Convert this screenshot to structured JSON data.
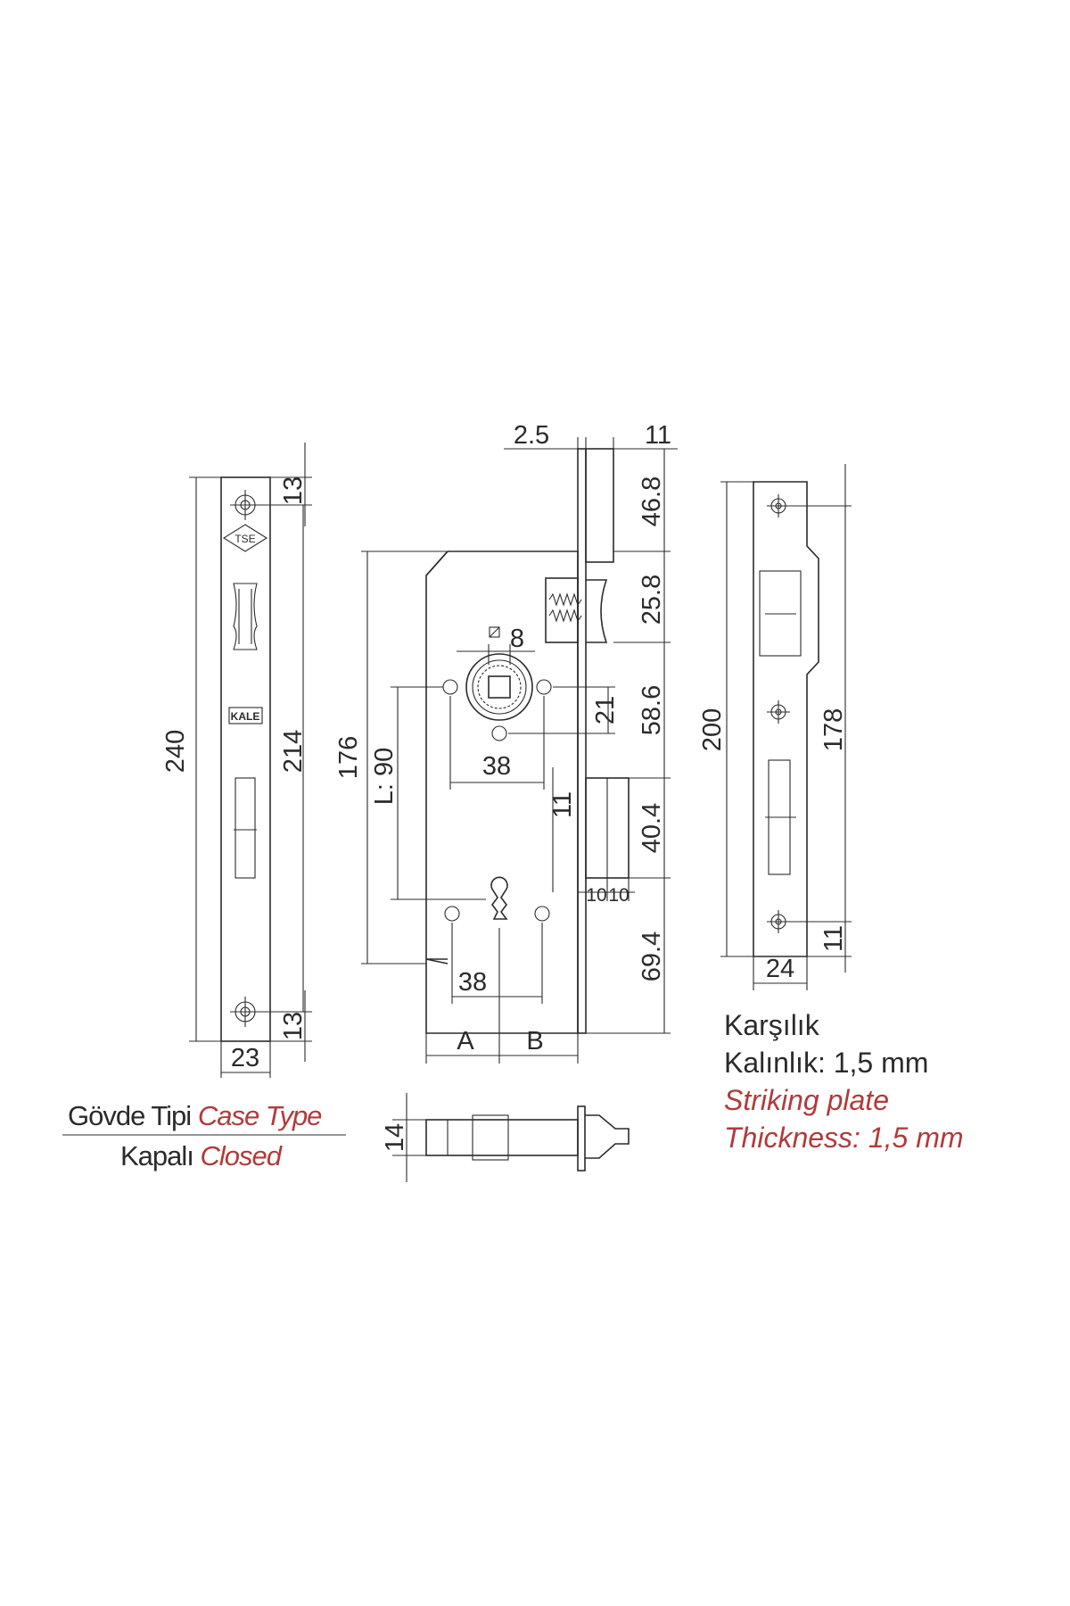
{
  "colors": {
    "line": "#2b2b2b",
    "accent": "#b13a3a"
  },
  "faceplate": {
    "logo_top": "TSE",
    "logo_mid": "KALE",
    "dims": {
      "top_hole": "13",
      "overall": "240",
      "between": "214",
      "bottom_hole": "13",
      "width": "23"
    }
  },
  "body": {
    "dims": {
      "plate": "2.5",
      "bolt": "11",
      "top": "46.8",
      "latch": "25.8",
      "spindle_sq": "8",
      "spindle_drop": "21",
      "spindle_to_key": "58.6",
      "rose_spacing": "38",
      "height": "176",
      "center_dist": "L: 90",
      "key_offset": "11",
      "deadbolt": "40.4",
      "bolt_w1": "10",
      "bolt_w2": "10",
      "bottom": "69.4",
      "key_spacing": "38",
      "backset_a": "A",
      "backset_b": "B",
      "depth": "14"
    }
  },
  "strike": {
    "dims": {
      "overall": "200",
      "between": "178",
      "bottom_hole": "11",
      "width": "24"
    }
  },
  "legend_left": {
    "case_label": "Gövde Tipi",
    "case_label_en": "Case Type",
    "closed_label": "Kapalı",
    "closed_label_en": "Closed"
  },
  "legend_right": {
    "title": "Karşılık",
    "thickness": "Kalınlık: 1,5 mm",
    "title_en": "Striking plate",
    "thickness_en": "Thickness: 1,5 mm"
  }
}
